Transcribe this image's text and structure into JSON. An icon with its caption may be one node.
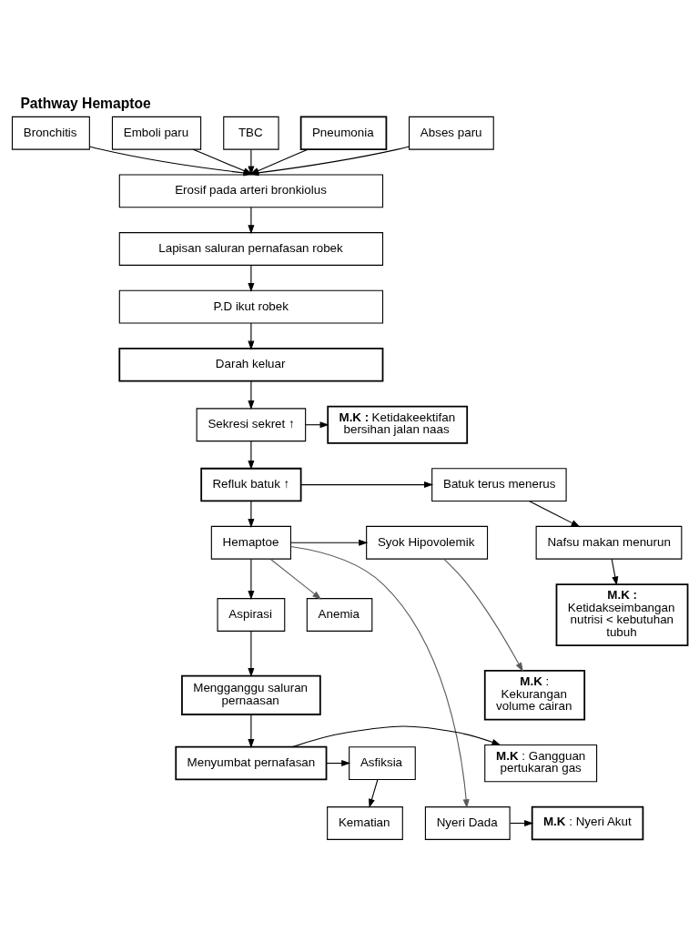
{
  "diagram": {
    "title": "Pathway Hemaptoe",
    "nodes": [
      {
        "text": [
          "Bronchitis"
        ]
      },
      {
        "text": [
          "Emboli paru"
        ]
      },
      {
        "text": [
          "TBC"
        ]
      },
      {
        "text": [
          "Pneumonia"
        ]
      },
      {
        "text": [
          "Abses paru"
        ]
      },
      {
        "text": [
          "Erosif pada arteri bronkiolus"
        ]
      },
      {
        "text": [
          "Lapisan saluran pernafasan robek"
        ]
      },
      {
        "text": [
          "P.D ikut robek"
        ]
      },
      {
        "text": [
          "Darah keluar"
        ]
      },
      {
        "text": [
          "Sekresi sekret ↑"
        ]
      },
      {
        "text": [
          "**M.K :** Ketidakeektifan bersihan jalan naas"
        ]
      },
      {
        "text": [
          "Refluk batuk ↑"
        ]
      },
      {
        "text": [
          "Batuk terus menerus"
        ]
      },
      {
        "text": [
          "Hemaptoe"
        ]
      },
      {
        "text": [
          "Syok Hipovolemik"
        ]
      },
      {
        "text": [
          "Nafsu makan menurun"
        ]
      },
      {
        "text": [
          "Anemia"
        ]
      },
      {
        "text": [
          "Aspirasi"
        ]
      },
      {
        "text": [
          "**M.K** : Kekurangan volume cairan"
        ]
      },
      {
        "text": [
          "**M.K :** Ketidakseimbangan nutrisi < kebutuhan tubuh"
        ]
      },
      {
        "text": [
          "Mengganggu saluran pernaasan"
        ]
      },
      {
        "text": [
          "**M.K** : Gangguan pertukaran gas"
        ]
      },
      {
        "text": [
          "Menyumbat pernafasan"
        ]
      },
      {
        "text": [
          "Asfiksia"
        ]
      },
      {
        "text": [
          "Nyeri Dada"
        ]
      },
      {
        "text": [
          "**M.K** : Nyeri Akut"
        ]
      },
      {
        "text": [
          "Kematian"
        ]
      }
    ],
    "edges": [
      {
        "from": 0,
        "to": 5,
        "arrow": "to"
      },
      {
        "from": 1,
        "to": 5,
        "arrow": "to"
      },
      {
        "from": 2,
        "to": 5,
        "arrow": "to"
      },
      {
        "from": 3,
        "to": 5,
        "arrow": "to"
      },
      {
        "from": 4,
        "to": 5,
        "arrow": "to"
      },
      {
        "from": 5,
        "to": 6,
        "arrow": "to"
      },
      {
        "from": 6,
        "to": 7,
        "arrow": "to"
      },
      {
        "from": 7,
        "to": 8,
        "arrow": "to"
      },
      {
        "from": 8,
        "to": 9,
        "arrow": "to"
      },
      {
        "from": 9,
        "to": 10,
        "arrow": "to"
      },
      {
        "from": 9,
        "to": 11,
        "arrow": "to"
      },
      {
        "from": 11,
        "to": 12,
        "arrow": "to"
      },
      {
        "from": 11,
        "to": 13,
        "arrow": "to"
      },
      {
        "from": 12,
        "to": 15,
        "arrow": "to"
      },
      {
        "from": 13,
        "to": 14,
        "arrow": "to"
      },
      {
        "from": 13,
        "to": 16,
        "arrow": "to",
        "color": "#595959"
      },
      {
        "from": 13,
        "to": 17,
        "arrow": "to"
      },
      {
        "from": 13,
        "to": 24,
        "arrow": "to",
        "color": "#595959"
      },
      {
        "from": 14,
        "to": 18,
        "arrow": "to",
        "color": "#595959"
      },
      {
        "from": 15,
        "to": 19,
        "arrow": "to"
      },
      {
        "from": 17,
        "to": 20,
        "arrow": "to"
      },
      {
        "from": 20,
        "to": 22,
        "arrow": "to"
      },
      {
        "from": 22,
        "to": 21,
        "arrow": "to"
      },
      {
        "from": 22,
        "to": 23,
        "arrow": "to"
      },
      {
        "from": 23,
        "to": 26,
        "arrow": "to"
      },
      {
        "from": 24,
        "to": 25,
        "arrow": "to"
      }
    ]
  }
}
